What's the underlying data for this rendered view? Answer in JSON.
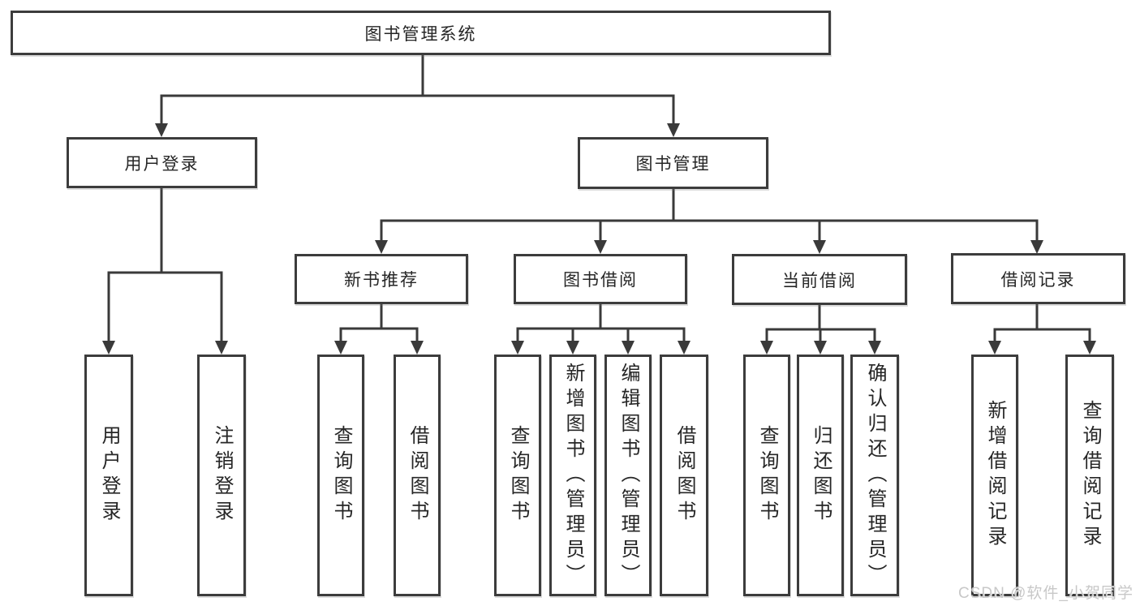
{
  "diagram": {
    "root": "图书管理系统",
    "level2": {
      "user_login_branch": "用户登录",
      "book_management": "图书管理"
    },
    "level3": {
      "new_book_recommend": "新书推荐",
      "book_borrow": "图书借阅",
      "current_borrow": "当前借阅",
      "borrow_records": "借阅记录"
    },
    "leaves": {
      "user_login": "用户登录",
      "logout": "注销登录",
      "recommend_query_books": "查询图书",
      "recommend_borrow_books": "借阅图书",
      "borrow_query_books": "查询图书",
      "borrow_add_books": "新增图书（管理员）",
      "borrow_edit_books": "编辑图书（管理员）",
      "borrow_borrow_books": "借阅图书",
      "current_query_books": "查询图书",
      "current_return_books": "归还图书",
      "current_confirm_return": "确认归还（管理员）",
      "records_add_record": "新增借阅记录",
      "records_query_record": "查询借阅记录"
    }
  },
  "watermark": "CSDN @软件_小贺同学",
  "colors": {
    "line": "#3a3a3a",
    "box_border": "#3c3c3c",
    "text": "#262626",
    "watermark": "#c8c8c8",
    "background": "#ffffff"
  }
}
